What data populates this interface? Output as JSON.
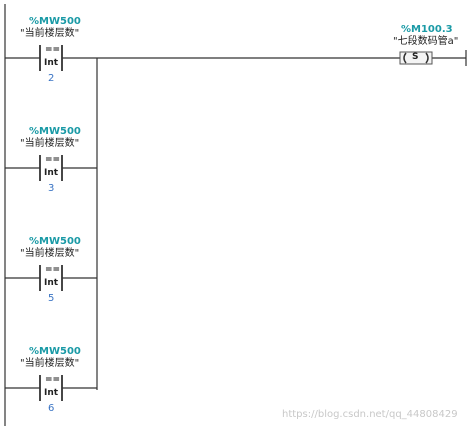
{
  "colors": {
    "wire": "#333333",
    "address": "#1a9aa6",
    "value": "#3a74c4",
    "watermark": "#c8c8c8"
  },
  "contacts": [
    {
      "address": "%MW500",
      "symbol": "\"当前楼层数\"",
      "operator": "==",
      "type": "Int",
      "value": "2"
    },
    {
      "address": "%MW500",
      "symbol": "\"当前楼层数\"",
      "operator": "==",
      "type": "Int",
      "value": "3"
    },
    {
      "address": "%MW500",
      "symbol": "\"当前楼层数\"",
      "operator": "==",
      "type": "Int",
      "value": "5"
    },
    {
      "address": "%MW500",
      "symbol": "\"当前楼层数\"",
      "operator": "==",
      "type": "Int",
      "value": "6"
    }
  ],
  "coil": {
    "address": "%M100.3",
    "symbol": "\"七段数码管a\"",
    "instruction": "S"
  },
  "watermark": "https://blog.csdn.net/qq_44808429"
}
